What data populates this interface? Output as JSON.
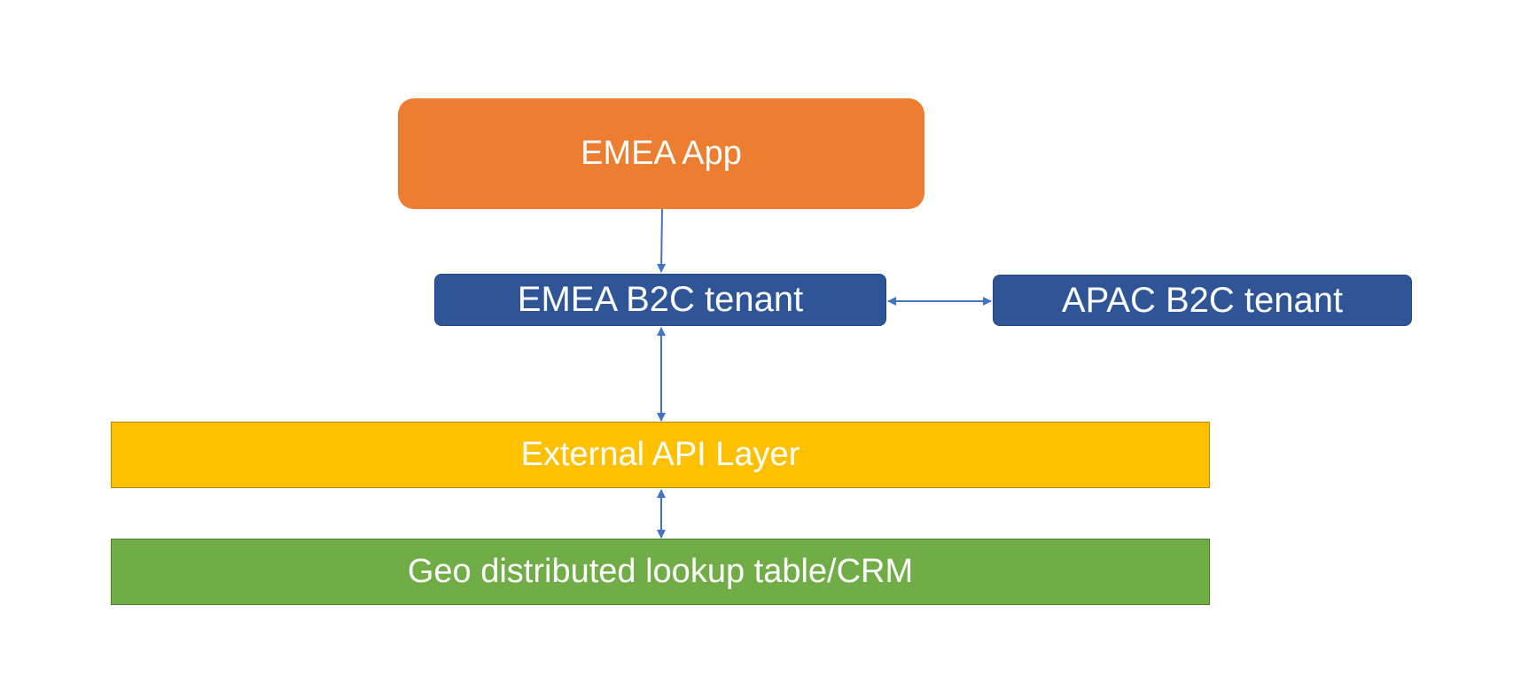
{
  "nodes": {
    "emea_app": {
      "label": "EMEA App",
      "color": "#ED7D31"
    },
    "emea_tenant": {
      "label": "EMEA B2C tenant",
      "color": "#2F5597"
    },
    "apac_tenant": {
      "label": "APAC B2C tenant",
      "color": "#2F5597"
    },
    "api_layer": {
      "label": "External API Layer",
      "color": "#FFC000"
    },
    "lookup_layer": {
      "label": "Geo distributed lookup table/CRM",
      "color": "#70AD47"
    }
  },
  "edges": [
    {
      "from": "emea_app",
      "to": "emea_tenant",
      "direction": "one-way"
    },
    {
      "from": "emea_tenant",
      "to": "apac_tenant",
      "direction": "two-way"
    },
    {
      "from": "emea_tenant",
      "to": "api_layer",
      "direction": "two-way"
    },
    {
      "from": "api_layer",
      "to": "lookup_layer",
      "direction": "two-way"
    }
  ],
  "connector_color": "#4472C4"
}
